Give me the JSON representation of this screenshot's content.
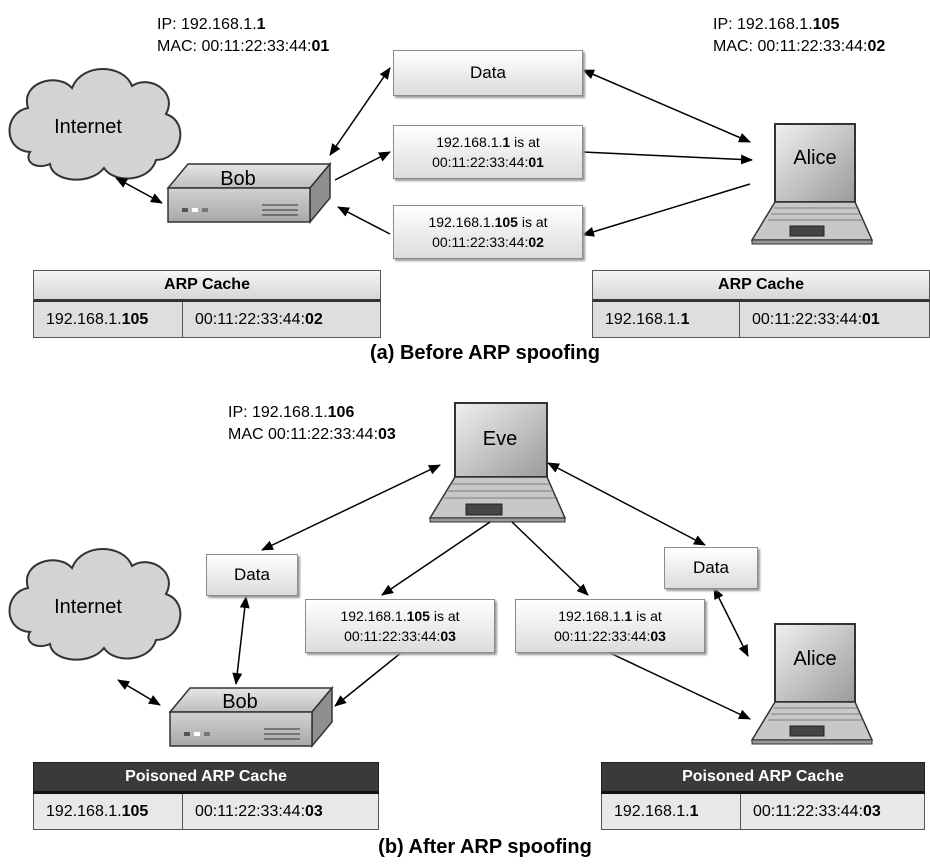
{
  "before": {
    "bob_info": {
      "ip_prefix": "IP: 192.168.1.",
      "ip_suffix": "1",
      "mac_prefix": "MAC: 00:11:22:33:44:",
      "mac_suffix": "01"
    },
    "alice_info": {
      "ip_prefix": "IP: 192.168.1.",
      "ip_suffix": "105",
      "mac_prefix": "MAC: 00:11:22:33:44:",
      "mac_suffix": "02"
    },
    "internet_label": "Internet",
    "bob_label": "Bob",
    "alice_label": "Alice",
    "data_label": "Data",
    "msg_bob_to_alice": {
      "line1_prefix": "192.168.1.",
      "line1_bold": "1",
      "line1_suffix": " is at",
      "line2_prefix": "00:11:22:33:44:",
      "line2_bold": "01"
    },
    "msg_alice_to_bob": {
      "line1_prefix": "192.168.1.",
      "line1_bold": "105",
      "line1_suffix": " is at",
      "line2_prefix": "00:11:22:33:44:",
      "line2_bold": "02"
    },
    "bob_cache": {
      "title": "ARP Cache",
      "ip_prefix": "192.168.1.",
      "ip_bold": "105",
      "mac_prefix": "00:11:22:33:44:",
      "mac_bold": "02"
    },
    "alice_cache": {
      "title": "ARP Cache",
      "ip_prefix": "192.168.1.",
      "ip_bold": "1",
      "mac_prefix": "00:11:22:33:44:",
      "mac_bold": "01"
    },
    "caption": "(a) Before ARP spoofing"
  },
  "after": {
    "eve_info": {
      "ip_prefix": "IP: 192.168.1.",
      "ip_suffix": "106",
      "mac_prefix": "MAC 00:11:22:33:44:",
      "mac_suffix": "03"
    },
    "internet_label": "Internet",
    "bob_label": "Bob",
    "alice_label": "Alice",
    "eve_label": "Eve",
    "data_left_label": "Data",
    "data_right_label": "Data",
    "msg_to_bob": {
      "line1_prefix": "192.168.1.",
      "line1_bold": "105",
      "line1_suffix": " is at",
      "line2_prefix": "00:11:22:33:44:",
      "line2_bold": "03"
    },
    "msg_to_alice": {
      "line1_prefix": "192.168.1.",
      "line1_bold": "1",
      "line1_suffix": " is at",
      "line2_prefix": "00:11:22:33:44:",
      "line2_bold": "03"
    },
    "bob_cache": {
      "title": "Poisoned ARP Cache",
      "ip_prefix": "192.168.1.",
      "ip_bold": "105",
      "mac_prefix": "00:11:22:33:44:",
      "mac_bold": "03"
    },
    "alice_cache": {
      "title": "Poisoned ARP Cache",
      "ip_prefix": "192.168.1.",
      "ip_bold": "1",
      "mac_prefix": "00:11:22:33:44:",
      "mac_bold": "03"
    },
    "caption": "(b) After ARP spoofing"
  },
  "colors": {
    "cloud": "#d3d3d3",
    "router": "#c8c8c8",
    "laptop": "#c0c0c0",
    "dark_header": "#3a3a3a"
  }
}
